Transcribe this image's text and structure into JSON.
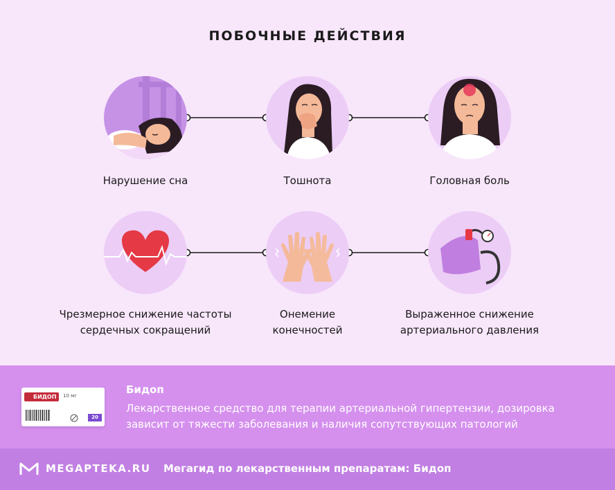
{
  "title": "ПОБОЧНЫЕ ДЕЙСТВИЯ",
  "effects": [
    {
      "lines": [
        "Нарушение сна"
      ],
      "icon": "sleeping-woman-icon"
    },
    {
      "lines": [
        "Тошнота"
      ],
      "icon": "nauseous-woman-icon"
    },
    {
      "lines": [
        "Головная боль"
      ],
      "icon": "headache-woman-icon"
    },
    {
      "lines": [
        "Чрезмерное снижение частоты",
        "сердечных сокращений"
      ],
      "icon": "heart-pulse-icon"
    },
    {
      "lines": [
        "Онемение",
        "конечностей"
      ],
      "icon": "numb-hands-icon"
    },
    {
      "lines": [
        "Выраженное снижение",
        "артериального давления"
      ],
      "icon": "blood-pressure-monitor-icon"
    }
  ],
  "drug": {
    "name": "Бидоп",
    "description_lines": [
      "Лекарственное средство для терапии артериальной гипертензии, дозировка",
      "зависит от тяжести заболевания и наличия сопутствующих патологий"
    ],
    "box": {
      "brand": "БИДОП",
      "dose": "10 мг",
      "count": "20"
    }
  },
  "footer": {
    "logo": "MEGAPTEKA.RU",
    "caption": "Мегагид по лекарственным препаратам: Бидоп"
  },
  "colors": {
    "background": "#f8e6fb",
    "circle": "#eccdf6",
    "info_band": "#d590ee",
    "footer_band": "#c17fe3",
    "heart": "#e53945"
  }
}
